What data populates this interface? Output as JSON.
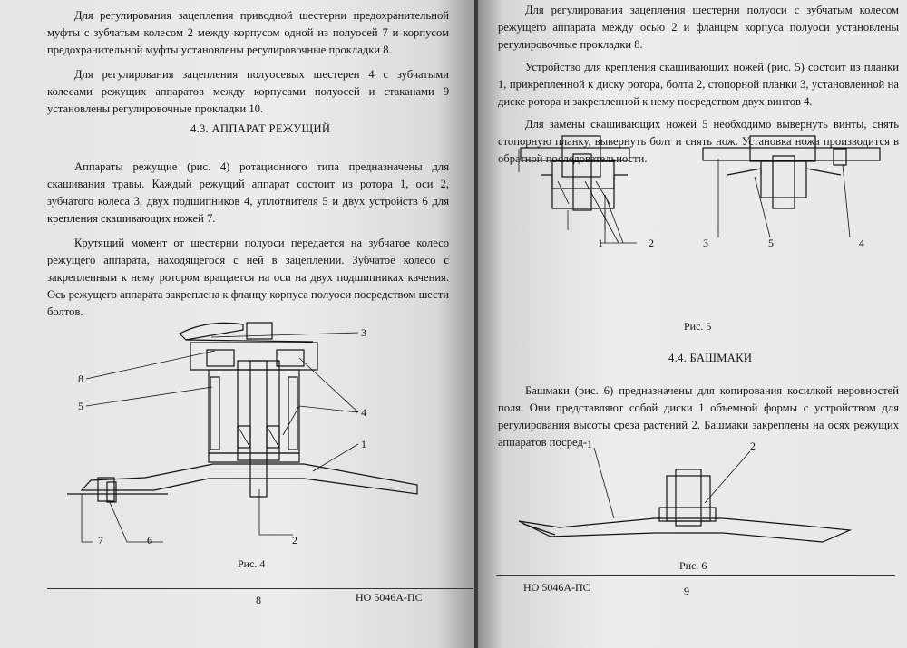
{
  "left_page": {
    "paragraphs": [
      "Для регулирования зацепления приводной шестерни предохранительной муфты с зубчатым колесом 2 между корпусом одной из полуосей 7 и корпусом предохранительной муфты установлены регулировочные прокладки 8.",
      "Для регулирования зацепления полуосевых шестерен 4 с зубчатыми колесами режущих аппаратов между корпусами полуосей и стаканами 9 установлены регулировочные прокладки 10."
    ],
    "section_heading": "4.3. АППАРАТ РЕЖУЩИЙ",
    "section_paragraphs": [
      "Аппараты режущие (рис. 4) ротационного типа предназначены для скашивания травы. Каждый режущий аппарат состоит из ротора 1, оси 2, зубчатого колеса 3, двух подшипников 4, уплотнителя 5 и двух устройств 6 для крепления скашивающих ножей 7.",
      "Крутящий момент от шестерни полуоси передается на зубчатое колесо режущего аппарата, находящегося с ней в зацеплении. Зубчатое колесо с закрепленным к нему ротором вращается на оси на двух подшипниках качения. Ось режущего аппарата закреплена к фланцу корпуса полуоси посредством шести болтов."
    ],
    "figure": {
      "caption": "Рис. 4",
      "labels": {
        "l1": "1",
        "l2": "2",
        "l3": "3",
        "l4": "4",
        "l5": "5",
        "l6": "6",
        "l7": "7",
        "l8": "8"
      }
    },
    "footer": {
      "page_number": "8",
      "doc_code": "НО 5046А-ПС"
    }
  },
  "right_page": {
    "paragraphs": [
      "Для регулирования зацепления шестерни полуоси с зубчатым колесом режущего аппарата между осью 2 и фланцем корпуса полуоси установлены регулировочные прокладки 8.",
      "Устройство для крепления скашивающих ножей (рис. 5) состоит из планки 1, прикрепленной к диску ротора, болта 2, стопорной планки 3, установленной на диске ротора и закрепленной к нему посредством двух винтов 4.",
      "Для замены скашивающих ножей 5 необходимо вывернуть винты, снять стопорную планку, вывернуть болт и снять нож. Установка ножа производится в обратной последовательности."
    ],
    "figure5": {
      "caption": "Рис. 5",
      "labels": {
        "l1": "1",
        "l2": "2",
        "l3": "3",
        "l4": "4",
        "l5": "5"
      }
    },
    "section_heading": "4.4. БАШМАКИ",
    "section_paragraph": "Башмаки (рис. 6) предназначены для копирования косилкой неровностей поля. Они представляют собой диски 1 объемной формы с устройством для регулирования высоты среза растений 2. Башмаки закреплены на осях режущих аппаратов посред-",
    "figure6": {
      "caption": "Рис. 6",
      "labels": {
        "l1": "1",
        "l2": "2"
      }
    },
    "footer": {
      "doc_code": "НО 5046А-ПС",
      "page_number": "9"
    }
  }
}
